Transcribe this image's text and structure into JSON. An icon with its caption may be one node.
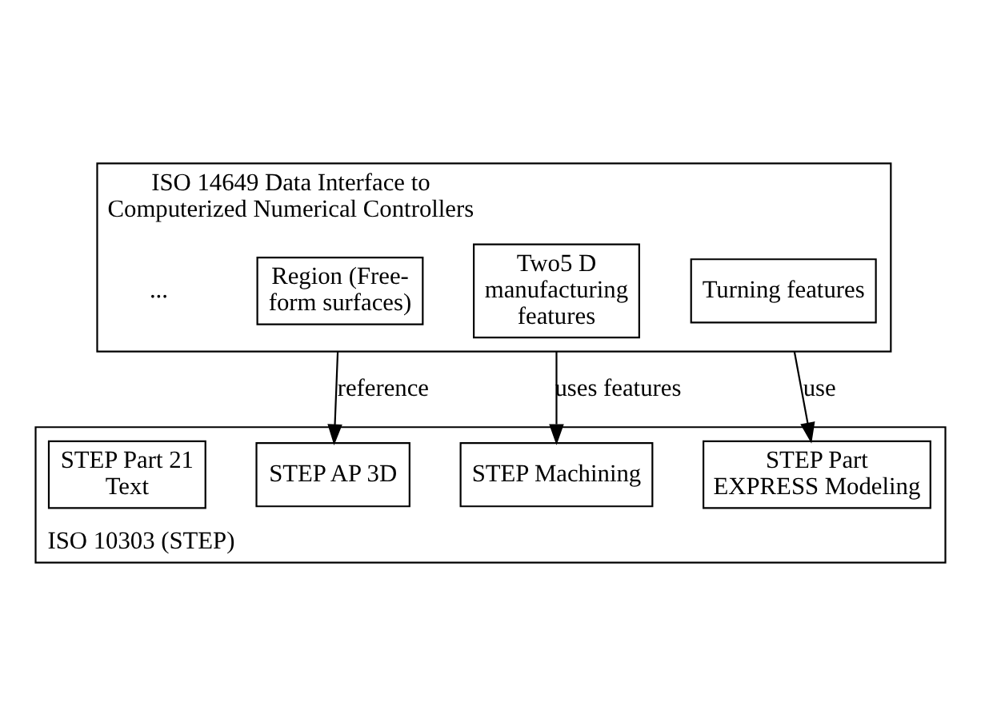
{
  "diagram": {
    "nodes": [
      {
        "text": [
          "ISO 14649 Data Interface to Computerized Numerical Controllers"
        ]
      },
      {
        "text": [
          "Region (Free-form surfaces)"
        ],
        "in": 0
      },
      {
        "text": [
          "Two5 D manufacturing features"
        ],
        "in": 0
      },
      {
        "text": [
          "Turning features"
        ],
        "in": 0
      },
      {
        "text": [
          "ISO 10303 (STEP)"
        ]
      },
      {
        "text": [
          "STEP AP 3D"
        ],
        "in": 4
      },
      {
        "text": [
          "STEP Machining"
        ],
        "in": 4
      },
      {
        "text": [
          "STEP Part EXPRESS Modeling"
        ],
        "in": 4
      },
      {
        "text": [
          "STEP Part 21 Text"
        ],
        "in": 4
      }
    ],
    "edges": [
      {
        "from": 0,
        "to": 5,
        "arrow": "to",
        "label": "reference"
      },
      {
        "from": 0,
        "to": 6,
        "arrow": "to",
        "label": "uses features"
      },
      {
        "from": 0,
        "to": 7,
        "arrow": "to",
        "label": "use"
      }
    ],
    "labels": [
      "..."
    ]
  }
}
